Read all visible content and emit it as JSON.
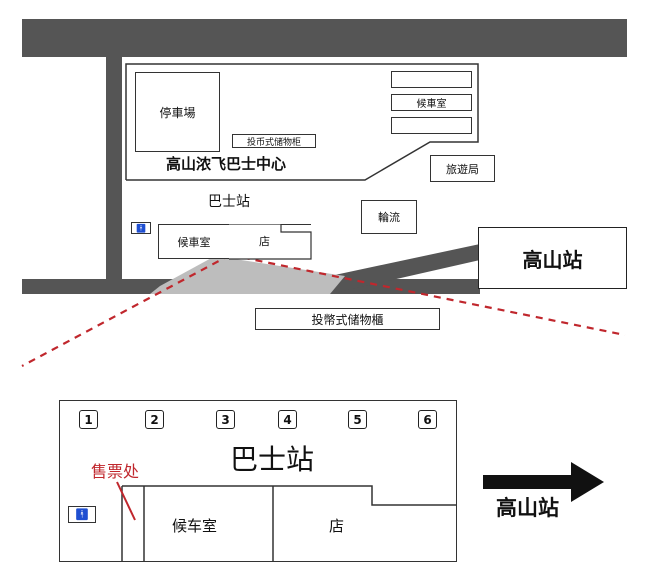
{
  "map_top": {
    "parking": "停車場",
    "coin_lockers_small": "投币式储物柜",
    "center_name": "高山浓飞巴士中心",
    "waiting_room_right": "候車室",
    "tourism_office": "旅遊局",
    "bus_stop": "巴士站",
    "rotation": "輪流",
    "waiting_room": "候車室",
    "shop": "店",
    "station": "高山站",
    "coin_lockers": "投幣式储物櫃"
  },
  "detail": {
    "platforms": [
      "1",
      "2",
      "3",
      "4",
      "5",
      "6"
    ],
    "bus_stop": "巴士站",
    "ticket_office": "售票处",
    "waiting_room": "候车室",
    "shop": "店",
    "station": "高山站"
  },
  "icons": {
    "restroom_top": "restroom-icon",
    "restroom_detail": "restroom-icon",
    "arrow": "arrow-right-icon"
  },
  "colors": {
    "road": "#555555",
    "dash": "#c0272d",
    "ticket_text": "#c0272d",
    "platform_highlight": "#bdbdbd"
  }
}
